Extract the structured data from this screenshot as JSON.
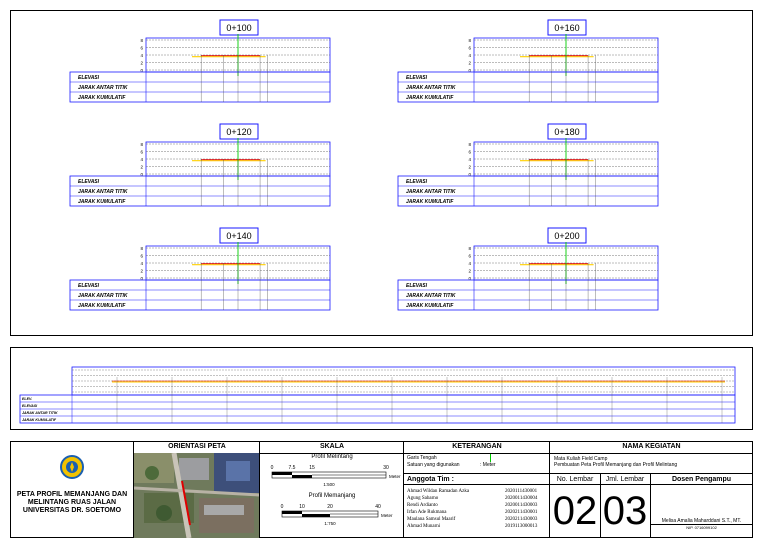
{
  "panels": [
    {
      "label": "0+100",
      "col": 0,
      "row": 0,
      "yticks": [
        "8",
        "6",
        "4",
        "2",
        "0"
      ]
    },
    {
      "label": "0+160",
      "col": 1,
      "row": 0,
      "yticks": [
        "8",
        "6",
        "4",
        "2",
        "0"
      ]
    },
    {
      "label": "0+120",
      "col": 0,
      "row": 1,
      "yticks": [
        "8",
        "6",
        "4",
        "2",
        "0"
      ]
    },
    {
      "label": "0+180",
      "col": 1,
      "row": 1,
      "yticks": [
        "8",
        "6",
        "4",
        "2",
        "0"
      ]
    },
    {
      "label": "0+140",
      "col": 0,
      "row": 2,
      "yticks": [
        "8",
        "6",
        "4",
        "2",
        "0"
      ]
    },
    {
      "label": "0+200",
      "col": 1,
      "row": 2,
      "yticks": [
        "8",
        "6",
        "4",
        "2",
        "0"
      ]
    }
  ],
  "row_labels": {
    "elevasi": "ELEVASI",
    "jarak_antar": "JARAK ANTAR TITIK",
    "jarak_kumulatif": "JARAK KUMULATIF"
  },
  "long_profile": {
    "row_labels": [
      "ELEV.",
      "ELEVASI",
      "JARAK ANTAR TITIK",
      "JARAK KUMULATIF"
    ]
  },
  "title_block": {
    "project_title": "PETA PROFIL MEMANJANG DAN MELINTANG RUAS JALAN UNIVERSITAS DR. SOETOMO",
    "orientasi_header": "ORIENTASI PETA",
    "skala_header": "SKALA",
    "profil_melintang": "Profil Melintang",
    "melintang_ticks": [
      "0",
      "7.5",
      "15",
      "30"
    ],
    "melintang_unit": "Meter",
    "melintang_ratio": "1:500",
    "profil_memanjang": "Profil Memanjang",
    "memanjang_ticks": [
      "0",
      "10",
      "20",
      "40"
    ],
    "memanjang_unit": "Meter",
    "memanjang_ratio": "1:750",
    "keterangan_header": "KETERANGAN",
    "garis_tengah": "Garis Tengah",
    "satuan": "Satuan yang digunakan",
    "satuan_value": ": Meter",
    "anggota_header": "Anggota Tim :",
    "members": [
      {
        "name": "Ahmad Wildan Ramadan Azka",
        "nim": "2020111430001"
      },
      {
        "name": "Agung Sabarno",
        "nim": "2020011430004"
      },
      {
        "name": "Rendi Ardianto",
        "nim": "2020011430003"
      },
      {
        "name": "Irfan Ade Rukmana",
        "nim": "2020211430001"
      },
      {
        "name": "Maulana Samsul Maarif",
        "nim": "2020211430003"
      },
      {
        "name": "Ahmad Munarni",
        "nim": "2019113000013"
      }
    ],
    "kegiatan_header": "NAMA KEGIATAN",
    "kegiatan_line1": "Mata Kuliah Field Camp",
    "kegiatan_line2": "Pembuatan Peta Profil Memanjang dan Profil Melintang",
    "no_lembar_label": "No. Lembar",
    "jml_lembar_label": "Jml. Lembar",
    "dosen_label": "Dosen Pengampu",
    "no_lembar": "02",
    "jml_lembar": "03",
    "dosen_name": "Melisa Amalia Maharddani S.T., MT.",
    "dosen_nip": "NIP. 0716099102"
  },
  "colors": {
    "grid_blue": "#1a1aff",
    "centerline": "#00cc00",
    "profile_red": "#e00000",
    "profile_yellow": "#ffd000",
    "border": "#000000"
  }
}
